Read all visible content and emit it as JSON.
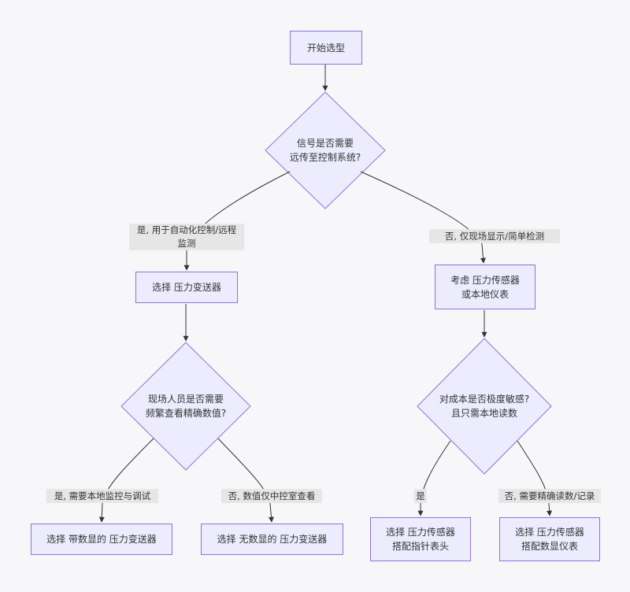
{
  "nodes": {
    "start": "开始选型",
    "q_remote": "信号是否需要\n远传至控制系统?",
    "transmitter": "选择 压力变送器",
    "gauge_consider": "考虑 压力传感器\n或本地仪表",
    "q_local_view": "现场人员是否需要\n频繁查看精确数值?",
    "q_cost": "对成本是否极度敏感?\n且只需本地读数",
    "display_transmitter": "选择 带数显的 压力变送器",
    "blind_transmitter": "选择 无数显的 压力变送器",
    "pointer_gauge": "选择 压力传感器\n搭配指针表头",
    "digital_meter": "选择 压力传感器\n搭配数显仪表"
  },
  "edges": {
    "yes_remote": "是, 用于自动化控制/远程\n监测",
    "no_remote": "否, 仅现场显示/简单检测",
    "yes_local": "是, 需要本地监控与调试",
    "no_local": "否, 数值仅中控室查看",
    "yes_cost": "是",
    "no_cost": "否, 需要精确读数/记录"
  },
  "colors": {
    "node_fill": "#ececfe",
    "node_stroke": "#9370db",
    "edge": "#333333",
    "edge_label_bg": "#e6e6e6",
    "background": "#f7f7fa"
  }
}
